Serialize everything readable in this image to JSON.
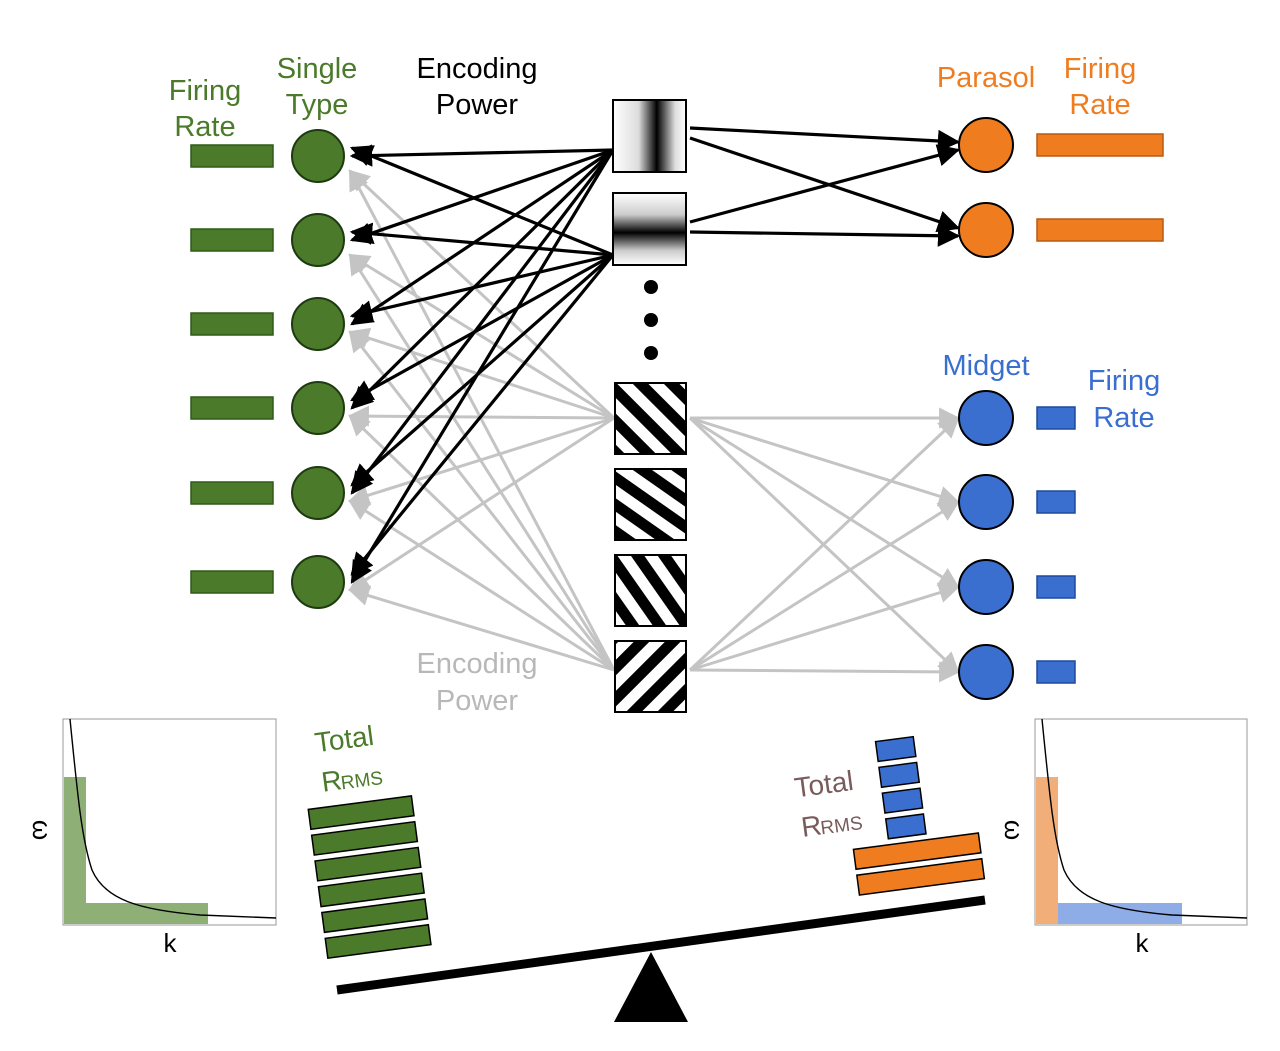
{
  "labels": {
    "green_firing": [
      "Firing",
      "Rate"
    ],
    "single_type": [
      "Single",
      "Type"
    ],
    "encoding_top": [
      "Encoding",
      "Power"
    ],
    "encoding_bottom": [
      "Encoding",
      "Power"
    ],
    "parasol": "Parasol",
    "parasol_firing": [
      "Firing",
      "Rate"
    ],
    "midget": "Midget",
    "midget_firing": [
      "Firing",
      "Rate"
    ],
    "total_left": "Total",
    "rrms_left_R": "R",
    "rrms_left_sub": "RMS",
    "total_right": "Total",
    "rrms_right_R": "R",
    "rrms_right_sub": "RMS",
    "plot_left_y": "ω",
    "plot_left_x": "k",
    "plot_right_y": "ω",
    "plot_right_x": "k"
  },
  "colors": {
    "green": "#4a7a2a",
    "green_dark": "#2f5a18",
    "orange": "#ef7d20",
    "orange_dark": "#b85a10",
    "blue": "#3a6fd0",
    "blue_dark": "#1f4a9e",
    "gray_arrow": "#c4c4c4",
    "brown_text": "#7a5a5a"
  },
  "cells": {
    "single_type_count": 6,
    "parasol_count": 2,
    "midget_count": 4
  },
  "midget_firing_levels": [
    1.0,
    1.0,
    1.0,
    1.0
  ]
}
